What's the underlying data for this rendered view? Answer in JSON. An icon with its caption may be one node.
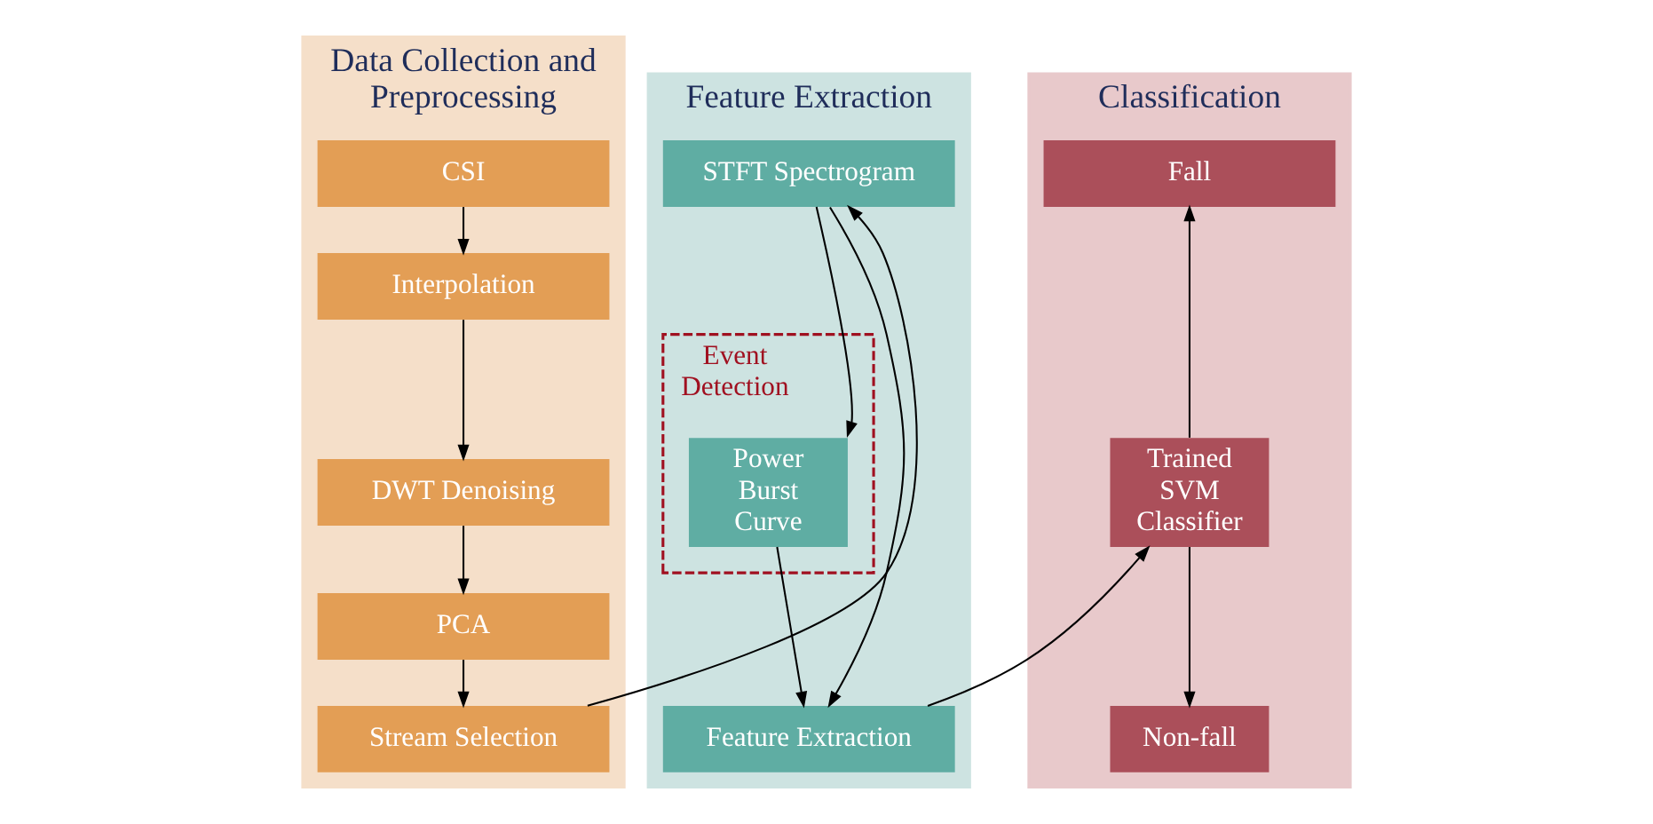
{
  "diagram": {
    "nodes": [
      {
        "text": [
          "Data Collection and Preprocessing"
        ]
      },
      {
        "text": [
          "CSI"
        ],
        "in": 0
      },
      {
        "text": [
          "Interpolation"
        ],
        "in": 0
      },
      {
        "text": [
          "DWT Denoising"
        ],
        "in": 0
      },
      {
        "text": [
          "PCA"
        ],
        "in": 0
      },
      {
        "text": [
          "Stream Selection"
        ],
        "in": 0
      },
      {
        "text": [
          "Feature Extraction"
        ]
      },
      {
        "text": [
          "STFT Spectrogram"
        ],
        "in": 6
      },
      {
        "text": [
          "Event Detection"
        ],
        "in": 6
      },
      {
        "text": [
          "Power Burst Curve"
        ],
        "in": 8
      },
      {
        "text": [
          "Feature Extraction"
        ],
        "in": 6
      },
      {
        "text": [
          "Classification"
        ]
      },
      {
        "text": [
          "Trained SVM Classifier"
        ],
        "in": 11
      },
      {
        "text": [
          "Fall"
        ],
        "in": 11
      },
      {
        "text": [
          "Non-fall"
        ],
        "in": 11
      }
    ],
    "edges": [
      {
        "from": 1,
        "to": 2,
        "arrow": "to"
      },
      {
        "from": 2,
        "to": 3,
        "arrow": "to"
      },
      {
        "from": 3,
        "to": 4,
        "arrow": "to"
      },
      {
        "from": 4,
        "to": 5,
        "arrow": "to"
      },
      {
        "from": 5,
        "to": 7,
        "arrow": "to"
      },
      {
        "from": 7,
        "to": 10,
        "arrow": "to"
      },
      {
        "from": 7,
        "to": 9,
        "arrow": "to"
      },
      {
        "from": 9,
        "to": 10,
        "arrow": "to"
      },
      {
        "from": 10,
        "to": 12,
        "arrow": "to"
      },
      {
        "from": 12,
        "to": 13,
        "arrow": "to"
      },
      {
        "from": 12,
        "to": 14,
        "arrow": "to"
      }
    ]
  }
}
